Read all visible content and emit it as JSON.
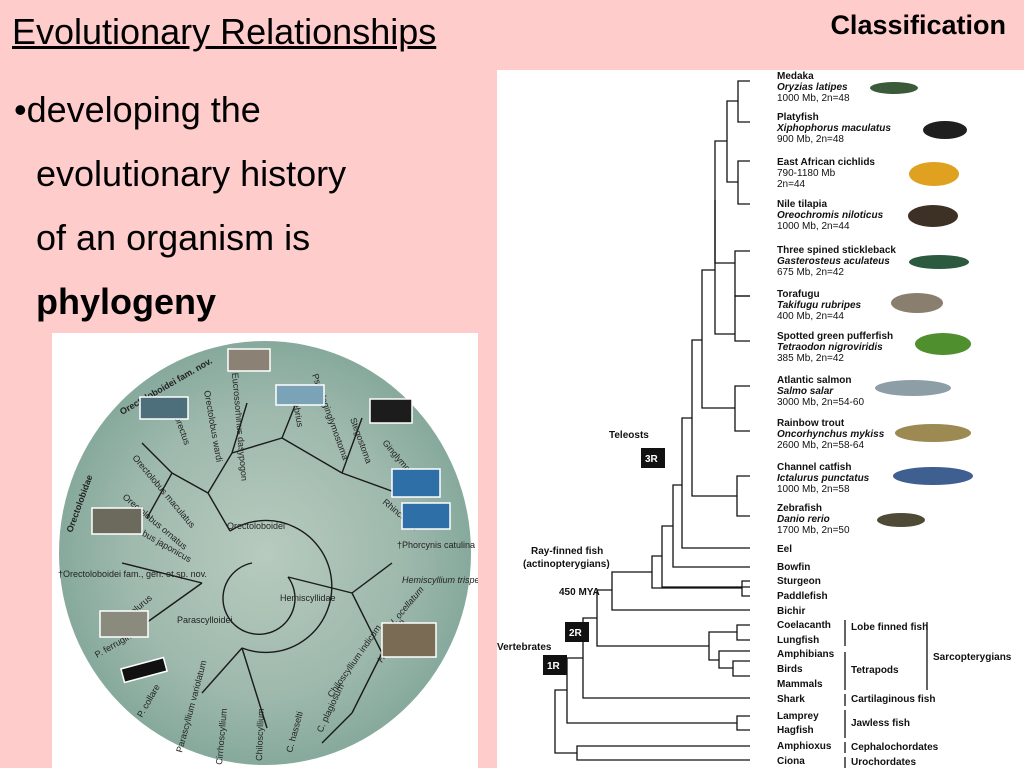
{
  "slide": {
    "title": "Evolutionary Relationships",
    "corner_label": "Classification",
    "bullet_lines": [
      "•developing the",
      "evolutionary history",
      "of an organism is"
    ],
    "bullet_bold": "phylogeny"
  },
  "circular_tree": {
    "center_labels": [
      "Orectoloboidei",
      "Hemiscyllidae"
    ],
    "group_labels": [
      "Orectoloboidei fam. nov.",
      "Orectolobidae",
      "Parascylloidei"
    ],
    "taxa": [
      "Sutorectus",
      "Orectolobus wardi",
      "Eucrossorhinus dasypogon",
      "Nebrius",
      "Pseudoginglymostoma",
      "Stegostoma",
      "Ginglymostoma",
      "Rhincodon",
      "Orectolobus maculatus",
      "Orectolobus ornatus",
      "Orectolobus japonicus",
      "†Orectoloboidei fam., gen. et sp. nov.",
      "†Phorcynis catulina",
      "Hemiscyllium trispeculare",
      "H. ocellatum",
      "H. freycineti",
      "Chiloscyllium indicum",
      "C. plagiosum",
      "C. hasselti",
      "Brachaelurus",
      "P. ferrugineum",
      "P. collare",
      "Parascyllium variolatum",
      "Cirrhoscyllium",
      "Chiloscyllium"
    ]
  },
  "fish_tree": {
    "taxa": [
      {
        "common": "Medaka",
        "sci": "Oryzias latipes",
        "info": "1000 Mb, 2n=48"
      },
      {
        "common": "Platyfish",
        "sci": "Xiphophorus maculatus",
        "info": "900 Mb, 2n=48"
      },
      {
        "common": "East African cichlids",
        "sci": "790-1180 Mb",
        "info": "2n=44"
      },
      {
        "common": "Nile tilapia",
        "sci": "Oreochromis niloticus",
        "info": "1000 Mb, 2n=44"
      },
      {
        "common": "Three spined stickleback",
        "sci": "Gasterosteus aculateus",
        "info": "675 Mb, 2n=42"
      },
      {
        "common": "Torafugu",
        "sci": "Takifugu rubripes",
        "info": "400 Mb, 2n=44"
      },
      {
        "common": "Spotted green pufferfish",
        "sci": "Tetraodon nigroviridis",
        "info": "385 Mb, 2n=42"
      },
      {
        "common": "Atlantic salmon",
        "sci": "Salmo salar",
        "info": "3000 Mb, 2n=54-60"
      },
      {
        "common": "Rainbow trout",
        "sci": "Oncorhynchus mykiss",
        "info": "2600 Mb, 2n=58-64"
      },
      {
        "common": "Channel catfish",
        "sci": "Ictalurus punctatus",
        "info": "1000 Mb, 2n=58"
      },
      {
        "common": "Zebrafish",
        "sci": "Danio rerio",
        "info": "1700 Mb, 2n=50"
      }
    ],
    "basal": [
      "Eel",
      "Bowfin",
      "Sturgeon",
      "Paddlefish",
      "Bichir",
      "Coelacanth",
      "Lungfish",
      "Amphibians",
      "Birds",
      "Mammals",
      "Shark",
      "Lamprey",
      "Hagfish",
      "Amphioxus",
      "Ciona"
    ],
    "groups": {
      "lobe": "Lobe finned fish",
      "tetrapods": "Tetrapods",
      "sarco": "Sarcopterygians",
      "cartilaginous": "Cartilaginous fish",
      "jawless": "Jawless fish",
      "cephalo": "Cephalochordates",
      "uro": "Urochordates"
    },
    "nodes": {
      "teleosts": "Teleosts",
      "r3": "3R",
      "rayfinned_1": "Ray-finned fish",
      "rayfinned_2": "(actinopterygians)",
      "mya": "450 MYA",
      "r2": "2R",
      "vertebrates": "Vertebrates",
      "r1": "1R"
    }
  }
}
